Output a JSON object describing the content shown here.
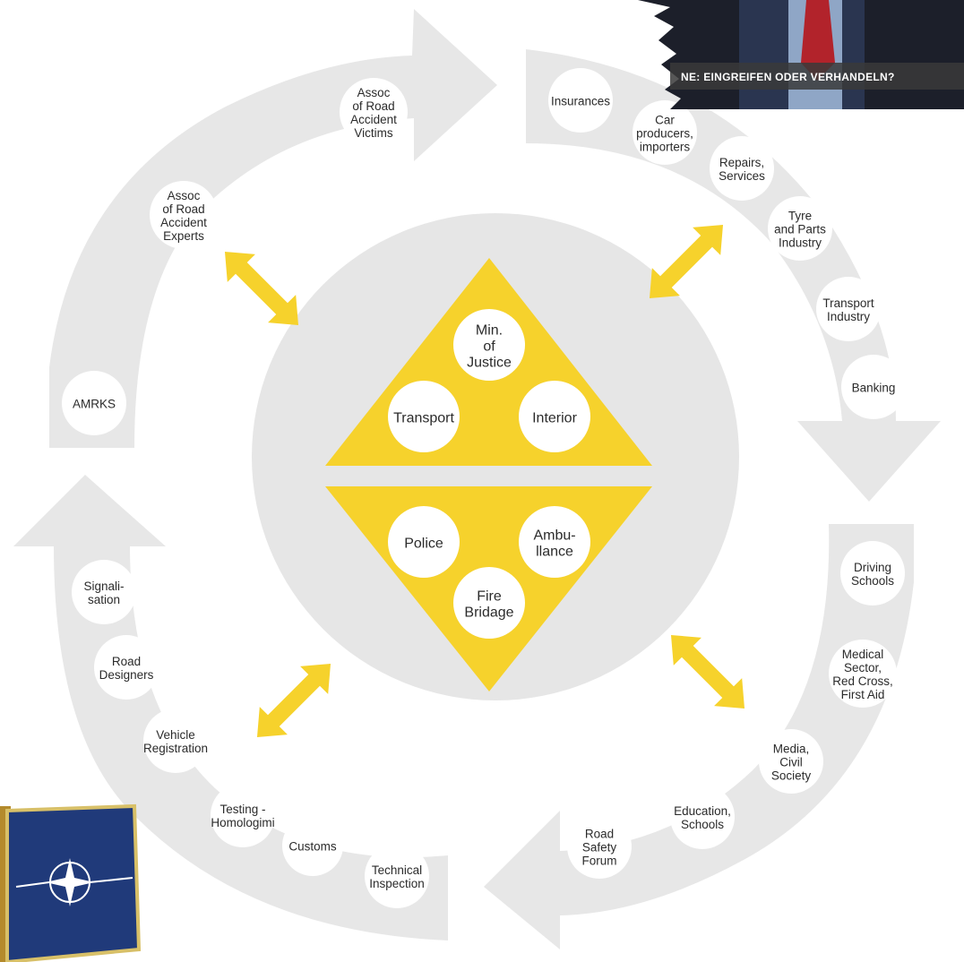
{
  "colors": {
    "ring": "#e7e7e7",
    "core_disc": "#e6e6e6",
    "node": "#ffffff",
    "accent": "#f6d22c",
    "text": "#2b2b2b"
  },
  "core": {
    "top_triangle": [
      "Min. of Justice",
      "Transport",
      "Interior"
    ],
    "bottom_triangle": [
      "Police",
      "Ambu- llance",
      "Fire Bridage"
    ]
  },
  "segments": {
    "top_right": [
      "Insurances",
      "Car producers, importers",
      "Repairs, Services",
      "Tyre and Parts Industry",
      "Transport Industry",
      "Banking"
    ],
    "bottom_right": [
      "Driving Schools",
      "Medical Sector, Red Cross, First Aid",
      "Media, Civil Society",
      "Education, Schools",
      "Road Safety Forum"
    ],
    "bottom_left": [
      "Technical Inspection",
      "Customs",
      "Testing - Homologimi",
      "Vehicle Registration",
      "Road Designers",
      "Signali- sation"
    ],
    "top_left": [
      "AMRKS",
      "Assoc of Road Accident Experts",
      "Assoc of Road Accident Victims"
    ]
  },
  "overlays": {
    "video_caption": "NE: EINGREIFEN ODER VERHANDELN?",
    "flag_icon": "nato-flag-pin-icon"
  }
}
